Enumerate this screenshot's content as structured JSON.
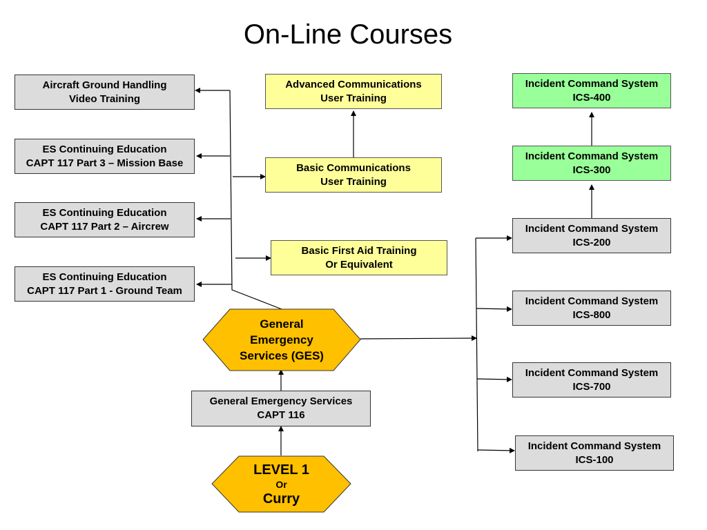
{
  "title": "On-Line Courses",
  "colors": {
    "gray_box": "#dcdcdc",
    "yellow_box": "#ffff99",
    "green_box": "#99ff99",
    "hexagon": "#ffc000"
  },
  "left_boxes": [
    {
      "line1": "Aircraft Ground Handling",
      "line2": "Video Training"
    },
    {
      "line1": "ES Continuing Education",
      "line2": "CAPT 117 Part 3 – Mission Base"
    },
    {
      "line1": "ES Continuing Education",
      "line2": "CAPT 117 Part 2 – Aircrew"
    },
    {
      "line1": "ES Continuing Education",
      "line2": "CAPT 117 Part 1 -  Ground Team"
    }
  ],
  "middle_boxes": [
    {
      "line1": "Advanced Communications",
      "line2": "User Training"
    },
    {
      "line1": "Basic Communications",
      "line2": "User Training"
    },
    {
      "line1": "Basic First Aid Training",
      "line2": "Or Equivalent"
    }
  ],
  "ics_boxes": [
    {
      "line1": "Incident Command System",
      "line2": "ICS-400"
    },
    {
      "line1": "Incident Command System",
      "line2": "ICS-300"
    },
    {
      "line1": "Incident Command System",
      "line2": "ICS-200"
    },
    {
      "line1": "Incident Command System",
      "line2": "ICS-800"
    },
    {
      "line1": "Incident Command System",
      "line2": "ICS-700"
    },
    {
      "line1": "Incident Command System",
      "line2": "ICS-100"
    }
  ],
  "ges_hexagon": {
    "line1": "General",
    "line2": "Emergency",
    "line3": "Services (GES)"
  },
  "capt116_box": {
    "line1": "General Emergency Services",
    "line2": "CAPT 116"
  },
  "level1_hexagon": {
    "line1": "LEVEL 1",
    "line2": "Or",
    "line3": "Curry"
  }
}
